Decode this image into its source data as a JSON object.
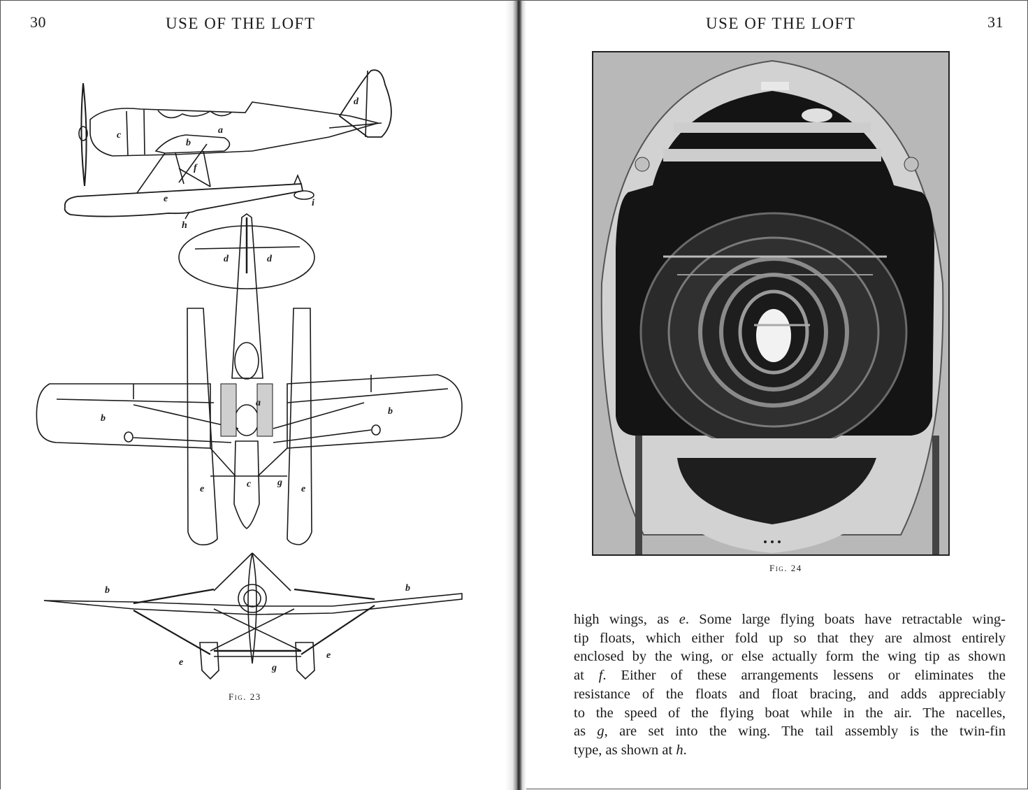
{
  "left_page": {
    "page_number": "30",
    "running_head": "USE OF THE LOFT",
    "figure": {
      "caption_prefix": "Fig.",
      "caption_number": "23",
      "caption": "Fig. 23",
      "views": {
        "side_view_labels": [
          "a",
          "b",
          "c",
          "d",
          "e",
          "f",
          "h",
          "i"
        ],
        "top_view_labels": [
          "d",
          "d",
          "a",
          "b",
          "b",
          "c",
          "g",
          "e",
          "e"
        ],
        "front_view_labels": [
          "b",
          "b",
          "e",
          "e",
          "g"
        ]
      }
    }
  },
  "right_page": {
    "page_number": "31",
    "running_head": "USE OF THE LOFT",
    "figure": {
      "caption_prefix": "Fig.",
      "caption_number": "24",
      "caption": "Fig. 24"
    },
    "body_lines": [
      {
        "pre": "high wings, as ",
        "em": "e",
        "post": ".  Some large flying boats have retractable wing-"
      },
      {
        "pre": "tip floats, which either fold up so that they are almost entirely",
        "em": "",
        "post": ""
      },
      {
        "pre": "enclosed by the wing, or else actually form the wing tip as shown",
        "em": "",
        "post": ""
      },
      {
        "pre": "at ",
        "em": "f",
        "post": ".  Either of these arrangements lessens or eliminates the"
      },
      {
        "pre": "resistance of the floats and float bracing, and adds appreciably",
        "em": "",
        "post": ""
      },
      {
        "pre": "to the speed of the flying boat while in the air.  The nacelles,",
        "em": "",
        "post": ""
      },
      {
        "pre": "as ",
        "em": "g",
        "post": ", are set into the wing.  The tail assembly is the twin-fin"
      },
      {
        "pre": "type, as shown at ",
        "em": "h",
        "post": "."
      }
    ]
  },
  "colors": {
    "paper": "#ffffff",
    "ink": "#1a1a1a",
    "photo_dark": "#151515",
    "photo_light": "#c9c9c9"
  }
}
